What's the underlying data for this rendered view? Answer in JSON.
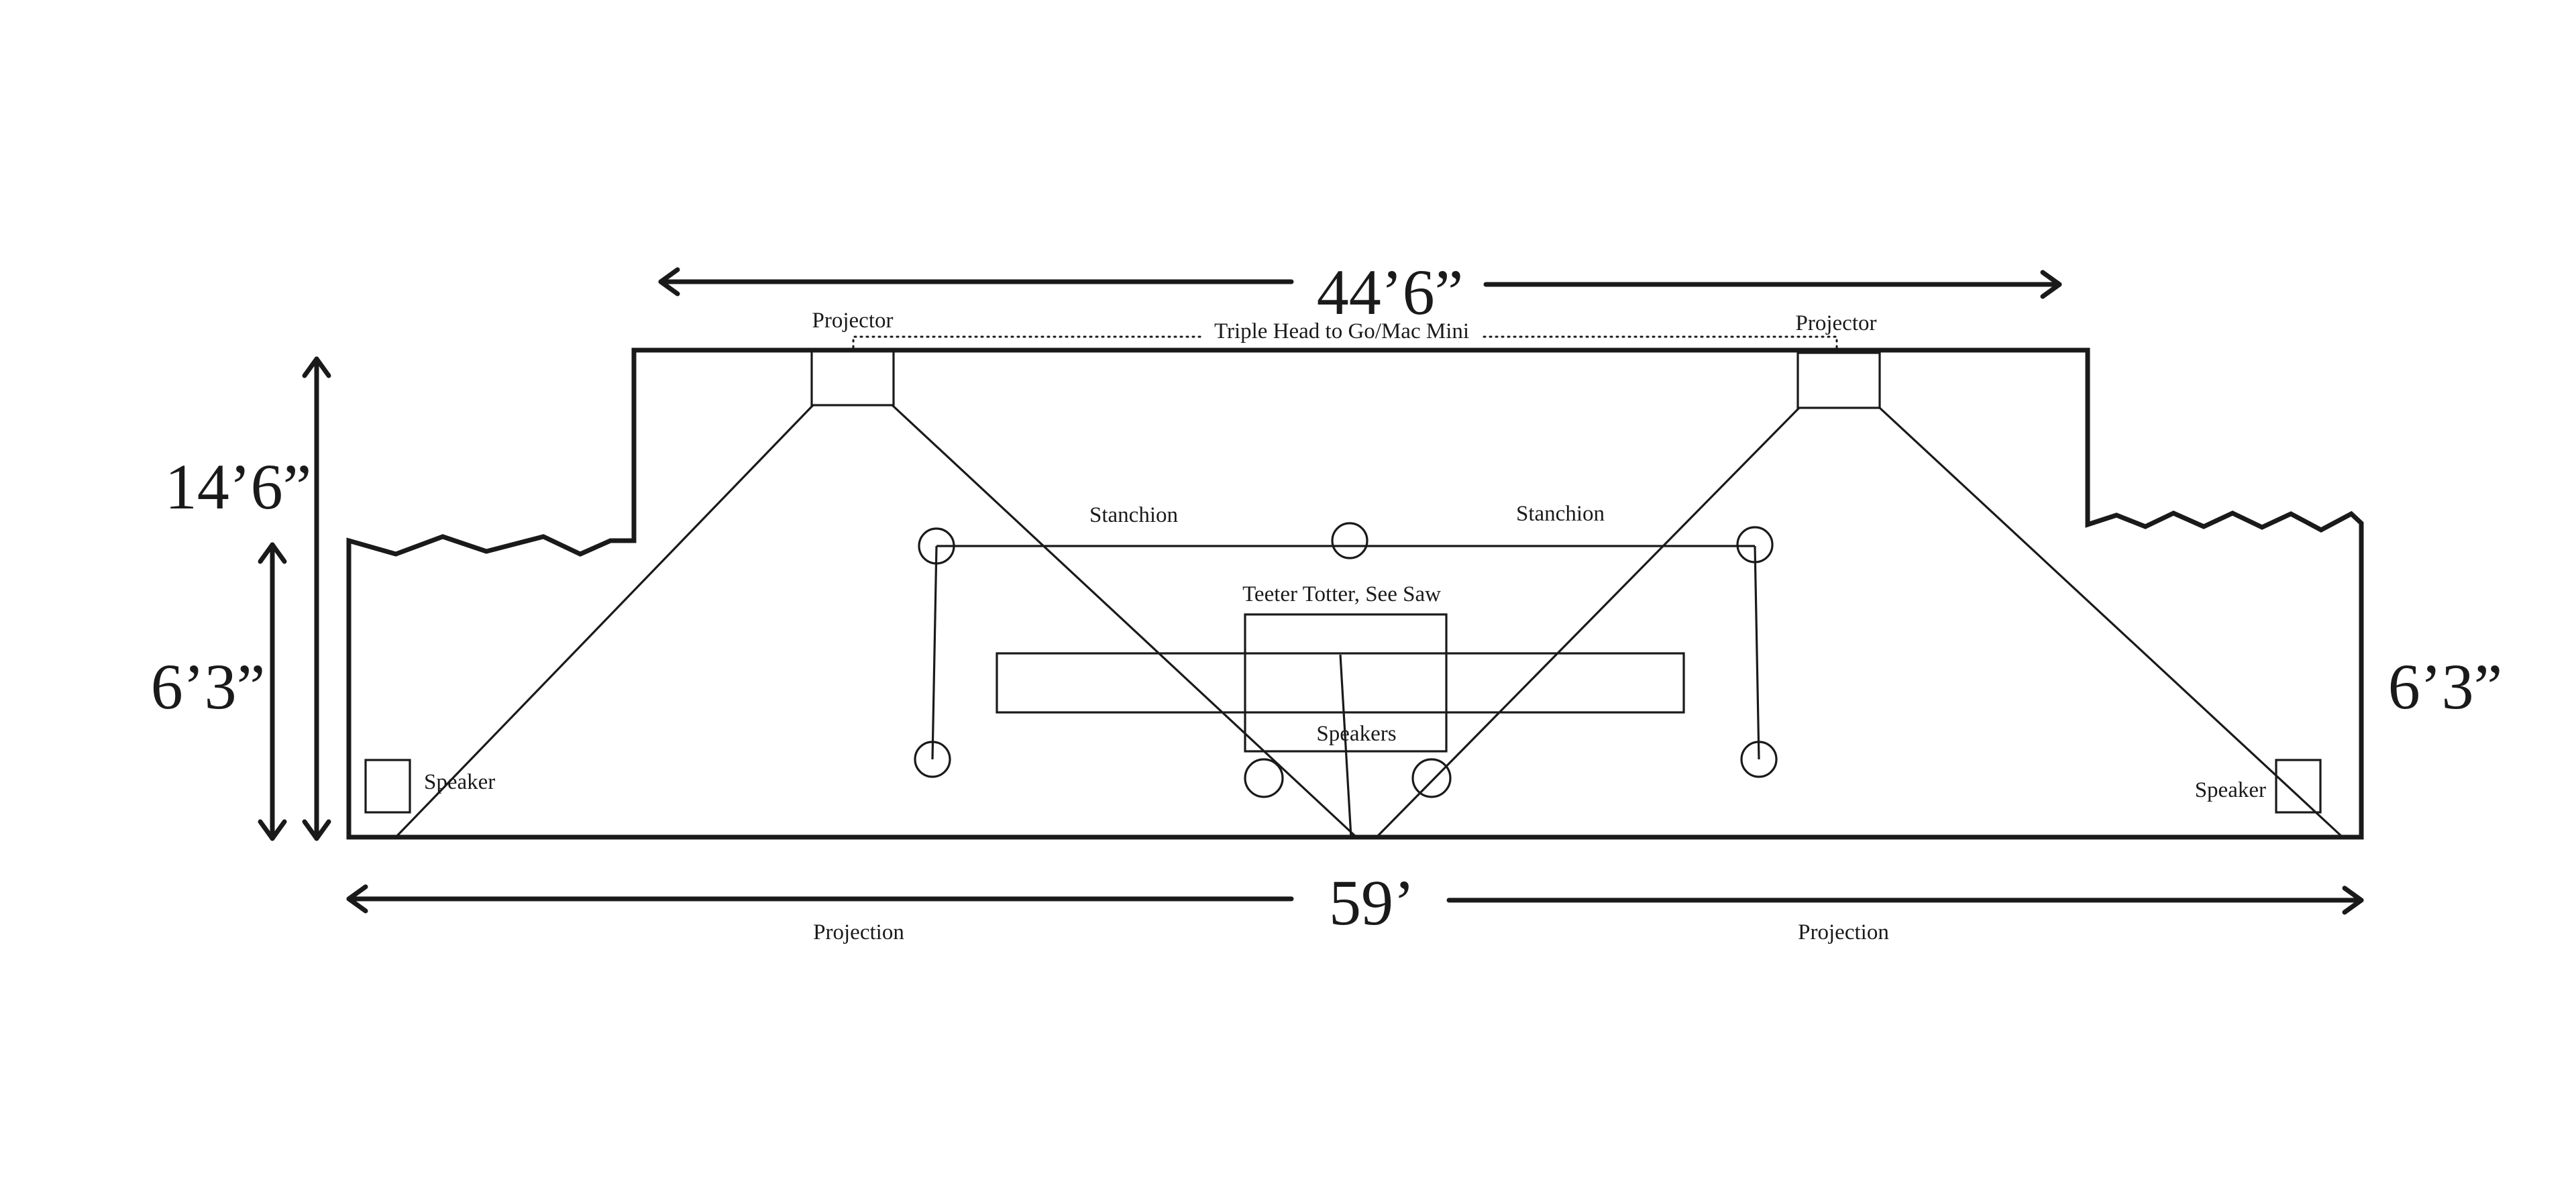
{
  "dimensions": {
    "top_width": "44’6”",
    "bottom_width": "59’",
    "tall_height": "14’6”",
    "left_low_height": "6’3”",
    "right_low_height": "6’3”"
  },
  "labels": {
    "projector_left": "Projector",
    "projector_right": "Projector",
    "triple_head": "Triple Head to Go/Mac Mini",
    "stanchion_left": "Stanchion",
    "stanchion_right": "Stanchion",
    "teeter_totter": "Teeter Totter, See Saw",
    "speakers": "Speakers",
    "speaker_left": "Speaker",
    "speaker_right": "Speaker",
    "projection_left": "Projection",
    "projection_right": "Projection"
  }
}
